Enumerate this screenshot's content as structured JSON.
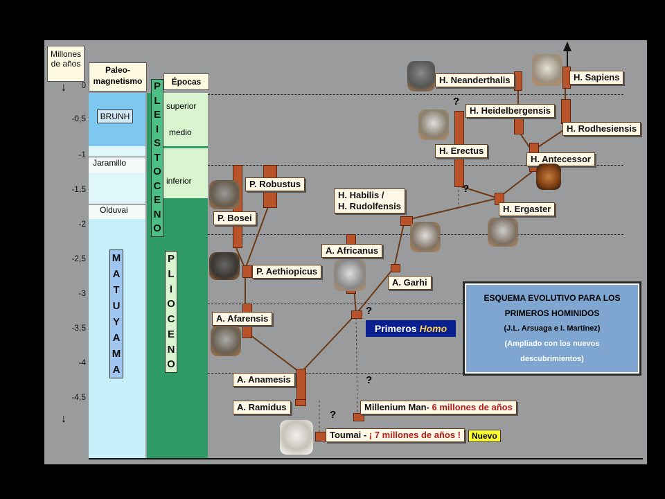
{
  "axis": {
    "header": "Millones de años",
    "ticks": [
      "0",
      "-0,5",
      "-1",
      "-1,5",
      "-2",
      "-2,5",
      "-3",
      "-3,5",
      "-4",
      "-4,5"
    ]
  },
  "paleo": {
    "header": "Paleo-magnetismo",
    "bruhn": "BRUNH",
    "jaramillo": "Jaramillo",
    "olduvai": "Olduvai",
    "matuyama": "MATUYAMA"
  },
  "epocas": {
    "header": "Épocas",
    "superior": "superior",
    "medio": "medio",
    "inferior": "inferior",
    "pleistoceno": "PLEISTOCENO",
    "plioceno": "PLIOCENO"
  },
  "species": {
    "neanderthalis": "H. Neanderthalis",
    "sapiens": "H. Sapiens",
    "heidelbergensis": "H. Heidelbergensis",
    "rodhesiensis": "H. Rodhesiensis",
    "erectus": "H. Erectus",
    "antecessor": "H. Antecessor",
    "ergaster": "H. Ergaster",
    "habilis": "H. Habilis /\nH. Rudolfensis",
    "robustus": "P. Robustus",
    "bosei": "P. Bosei",
    "aethiopicus": "P. Aethiopicus",
    "africanus": "A. Africanus",
    "garhi": "A. Garhi",
    "afarensis": "A. Afarensis",
    "anamesis": "A. Anamesis",
    "ramidus": "A. Ramidus"
  },
  "millenium": {
    "prefix": "Millenium Man- ",
    "highlight": "6 millones de años"
  },
  "toumai": {
    "prefix": "Toumai - ",
    "highlight": "¡ 7 millones de años !"
  },
  "nuevo": "Nuevo",
  "primeros": {
    "a": "Primeros ",
    "b": "Homo"
  },
  "question": "?",
  "legend": {
    "line1": "ESQUEMA EVOLUTIVO PARA LOS",
    "line2": "PRIMEROS HOMINIDOS",
    "line3": "(J.L. Arsuaga e I. Martínez)",
    "line4": "(Ampliado con los nuevos",
    "line5": "descubrimientos)"
  },
  "colors": {
    "panel": "#999b9c",
    "bar": "#b8532a",
    "legend_bg": "#7ea6d0",
    "primeros_bg": "#0a1f8f"
  }
}
